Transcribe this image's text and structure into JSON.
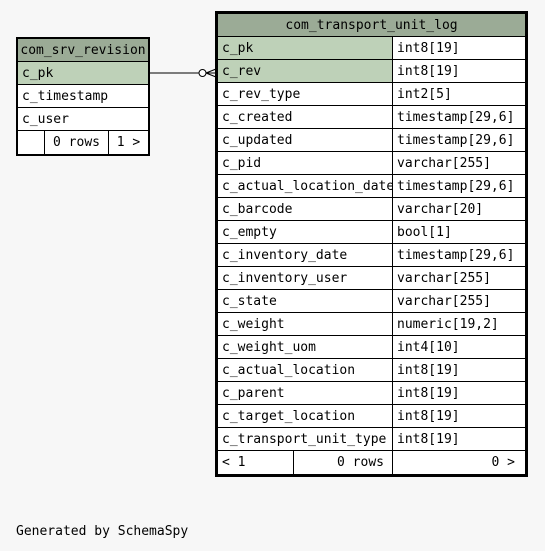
{
  "tables": {
    "srv": {
      "name": "com_srv_revision",
      "columns": [
        {
          "name": "c_pk",
          "key": true
        },
        {
          "name": "c_timestamp",
          "key": false
        },
        {
          "name": "c_user",
          "key": false
        }
      ],
      "footer": {
        "rows": "0 rows",
        "next": "1 >"
      }
    },
    "tul": {
      "name": "com_transport_unit_log",
      "columns": [
        {
          "name": "c_pk",
          "type": "int8[19]",
          "key": true
        },
        {
          "name": "c_rev",
          "type": "int8[19]",
          "key": true
        },
        {
          "name": "c_rev_type",
          "type": "int2[5]",
          "key": false
        },
        {
          "name": "c_created",
          "type": "timestamp[29,6]",
          "key": false
        },
        {
          "name": "c_updated",
          "type": "timestamp[29,6]",
          "key": false
        },
        {
          "name": "c_pid",
          "type": "varchar[255]",
          "key": false
        },
        {
          "name": "c_actual_location_date",
          "type": "timestamp[29,6]",
          "key": false
        },
        {
          "name": "c_barcode",
          "type": "varchar[20]",
          "key": false
        },
        {
          "name": "c_empty",
          "type": "bool[1]",
          "key": false
        },
        {
          "name": "c_inventory_date",
          "type": "timestamp[29,6]",
          "key": false
        },
        {
          "name": "c_inventory_user",
          "type": "varchar[255]",
          "key": false
        },
        {
          "name": "c_state",
          "type": "varchar[255]",
          "key": false
        },
        {
          "name": "c_weight",
          "type": "numeric[19,2]",
          "key": false
        },
        {
          "name": "c_weight_uom",
          "type": "int4[10]",
          "key": false
        },
        {
          "name": "c_actual_location",
          "type": "int8[19]",
          "key": false
        },
        {
          "name": "c_parent",
          "type": "int8[19]",
          "key": false
        },
        {
          "name": "c_target_location",
          "type": "int8[19]",
          "key": false
        },
        {
          "name": "c_transport_unit_type",
          "type": "int8[19]",
          "key": false
        }
      ],
      "footer": {
        "prev": "< 1",
        "rows": "0 rows",
        "next": "0 >"
      }
    }
  },
  "relationship": {
    "from": "com_srv_revision.c_pk",
    "to": "com_transport_unit_log.c_rev",
    "cardinality": "zero-or-many"
  },
  "credit": "Generated by SchemaSpy",
  "colors": {
    "header": "#9bab96",
    "key_row": "#bed1b8",
    "background": "#f7f7f7"
  }
}
